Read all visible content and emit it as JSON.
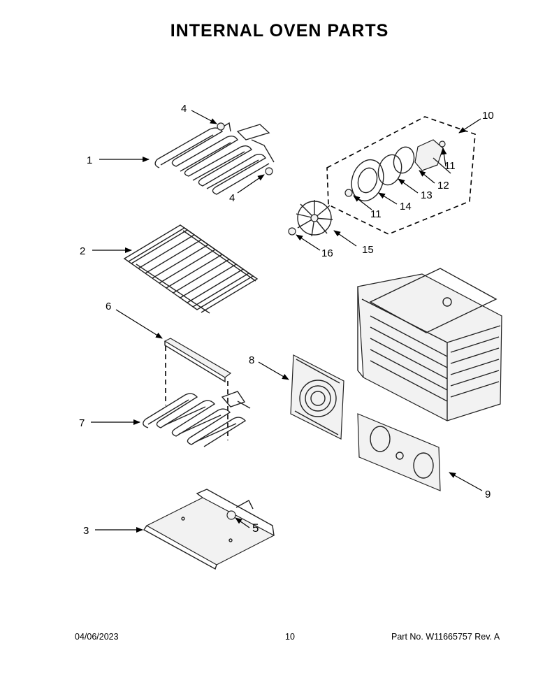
{
  "header": {
    "title": "INTERNAL OVEN PARTS"
  },
  "callouts": {
    "c1": "1",
    "c2": "2",
    "c3": "3",
    "c4a": "4",
    "c4b": "4",
    "c5": "5",
    "c6": "6",
    "c7": "7",
    "c8": "8",
    "c9": "9",
    "c10": "10",
    "c11a": "11",
    "c11b": "11",
    "c12": "12",
    "c13": "13",
    "c14": "14",
    "c15": "15",
    "c16": "16"
  },
  "footer": {
    "date": "04/06/2023",
    "page": "10",
    "part_no": "Part No.  W11665757  Rev.  A"
  }
}
